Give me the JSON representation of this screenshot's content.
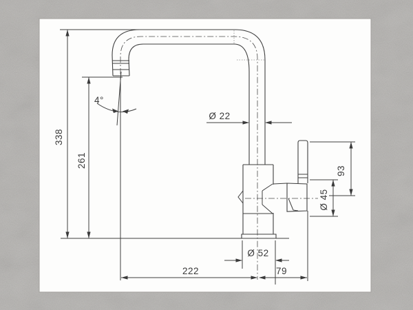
{
  "drawing": {
    "subject": "kitchen-faucet-technical-drawing",
    "dimensions": {
      "total_height": "338",
      "spout_outlet_height": "261",
      "spout_angle": "4°",
      "spout_tube_diameter": "Ø 22",
      "handle_height": "93",
      "cartridge_diameter": "Ø 45",
      "base_diameter": "Ø 52",
      "spout_reach": "222",
      "handle_offset": "79"
    },
    "colors": {
      "line": "#3e3e3e",
      "panel": "#fdfdfc",
      "background": "#b2b0ad"
    }
  }
}
